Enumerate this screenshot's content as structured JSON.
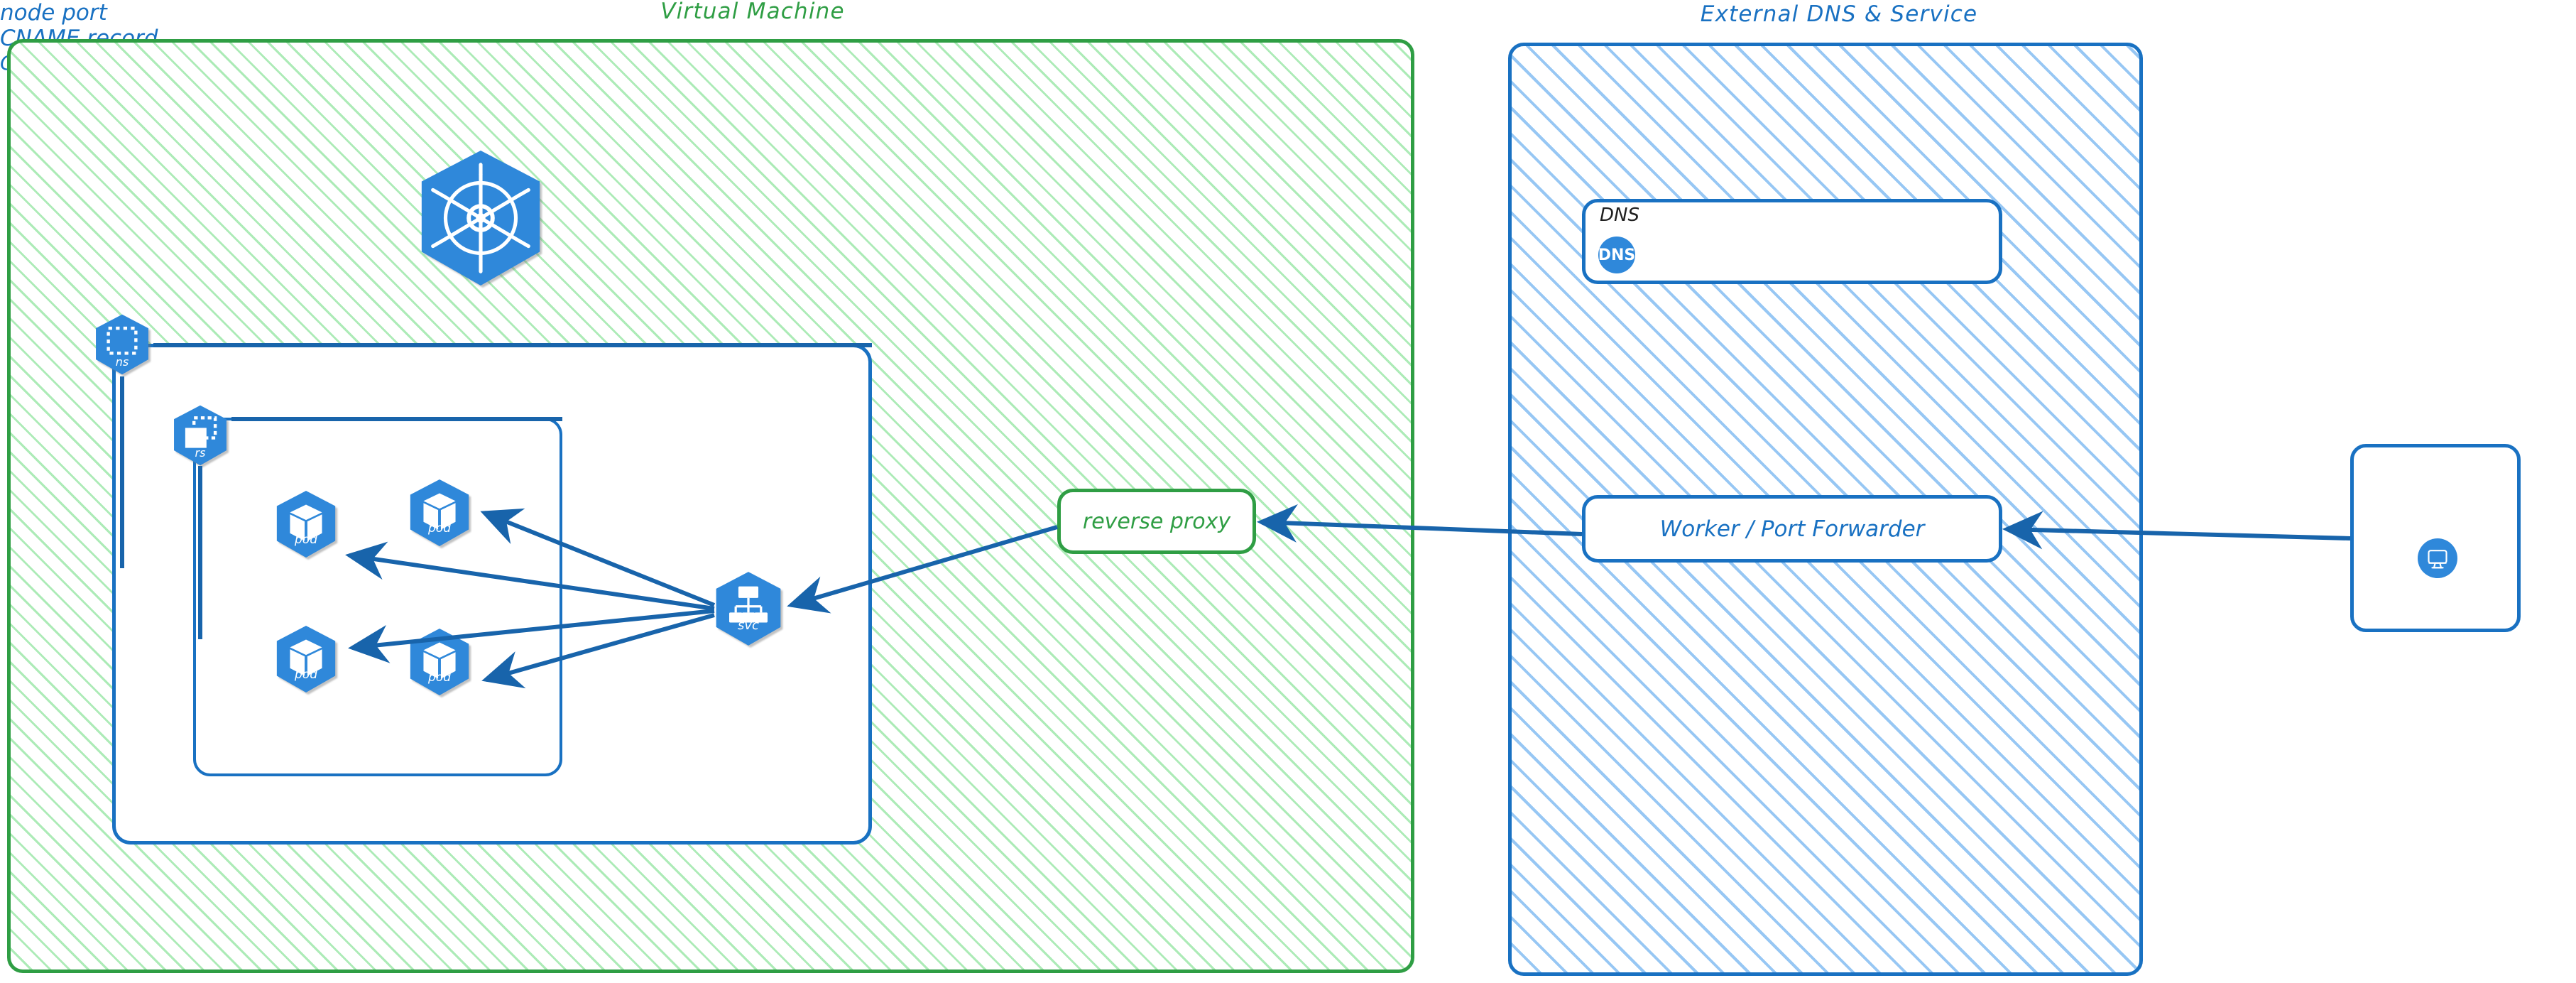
{
  "diagram": {
    "title_vm": "Virtual Machine",
    "title_external": "External DNS & Service"
  },
  "vm_group": {
    "label": "Virtual Machine",
    "color": "#2f9e44",
    "hatch_color": "#69db7c"
  },
  "external_group": {
    "label": "External DNS & Service",
    "color": "#1971c2",
    "hatch_color": "#74b4f0"
  },
  "k8s_nodes": {
    "cluster_logo": {
      "icon": "kubernetes-wheel-icon",
      "caption": ""
    },
    "namespace": {
      "icon": "namespace-icon",
      "caption": "ns"
    },
    "replicaset": {
      "icon": "replicaset-icon",
      "caption": "rs"
    },
    "pods": [
      {
        "icon": "pod-icon",
        "caption": "pod"
      },
      {
        "icon": "pod-icon",
        "caption": "pod"
      },
      {
        "icon": "pod-icon",
        "caption": "pod"
      },
      {
        "icon": "pod-icon",
        "caption": "pod"
      }
    ],
    "service": {
      "icon": "service-icon",
      "caption": "svc",
      "label": "node port"
    }
  },
  "boxes": {
    "reverse_proxy": {
      "label": "reverse proxy",
      "color": "#2f9e44"
    },
    "dns_card": {
      "tag": "DNS",
      "icon_text": "DNS",
      "icon": "dns-circle-icon",
      "label": "CNAME record",
      "color": "#1971c2"
    },
    "worker": {
      "label": "Worker / Port Forwarder",
      "color": "#1971c2"
    },
    "ci_laptop": {
      "label": "CI / Laptop",
      "icon": "monitor-circle-icon",
      "color": "#1971c2"
    }
  },
  "connections": [
    {
      "from": "service",
      "to": "pod-1",
      "arrow": "single"
    },
    {
      "from": "service",
      "to": "pod-2",
      "arrow": "single"
    },
    {
      "from": "service",
      "to": "pod-3",
      "arrow": "single"
    },
    {
      "from": "service",
      "to": "pod-4",
      "arrow": "single"
    },
    {
      "from": "reverse-proxy",
      "to": "service",
      "arrow": "single"
    },
    {
      "from": "worker",
      "to": "reverse-proxy",
      "arrow": "single"
    },
    {
      "from": "ci-laptop",
      "to": "worker",
      "arrow": "single"
    }
  ]
}
